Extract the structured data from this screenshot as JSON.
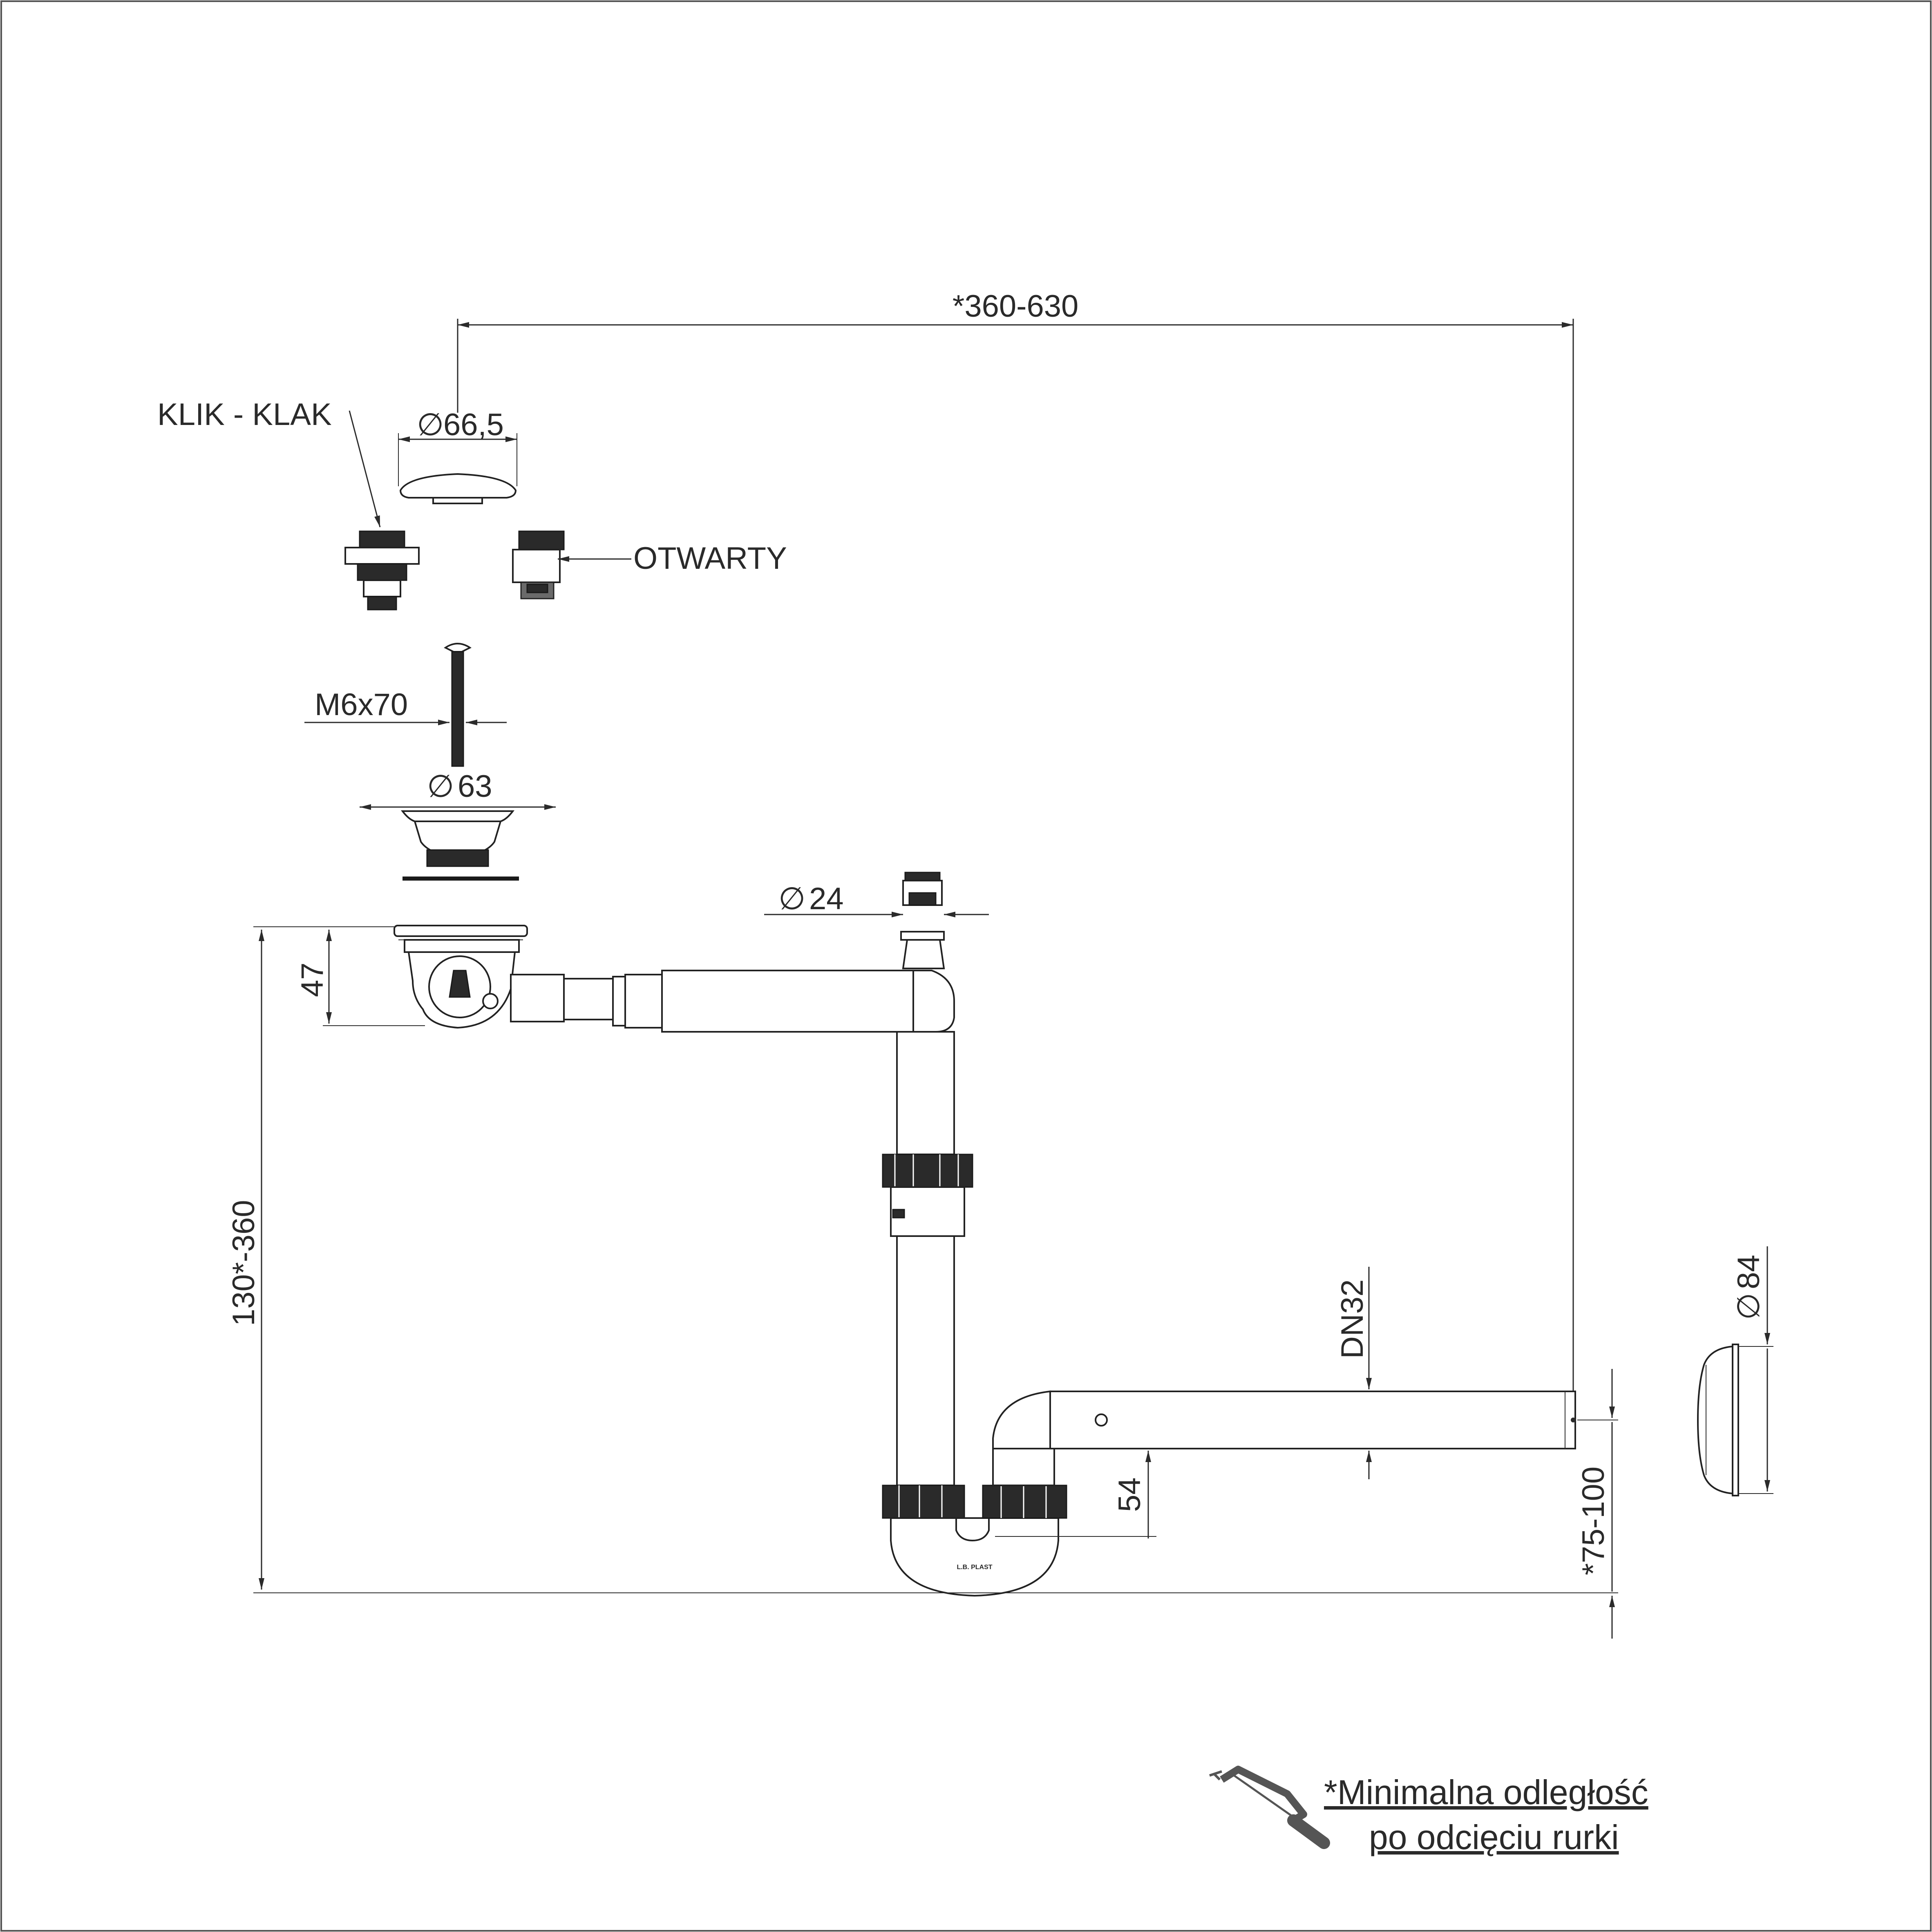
{
  "labels": {
    "klik_klak": "KLIK - KLAK",
    "otwarty": "OTWARTY",
    "bolt": "M6x70",
    "diam_cap": "66,5",
    "diam_strainer": "63",
    "diam_overflow_pipe": "24",
    "diam_84": "84",
    "height_47": "47",
    "height_54": "54",
    "dn32": "DN32",
    "width_range": "*360-630",
    "height_range": "130*-360",
    "pipe_height_range": "*75-100",
    "brand": "L.B. PLAST",
    "note_line1": "*Minimalna odległość",
    "note_line2": "po odcięciu rurki"
  },
  "symbols": {
    "diameter": "∅"
  },
  "colors": {
    "line": "#2b2b2b",
    "border": "#555555",
    "background": "#ffffff"
  }
}
